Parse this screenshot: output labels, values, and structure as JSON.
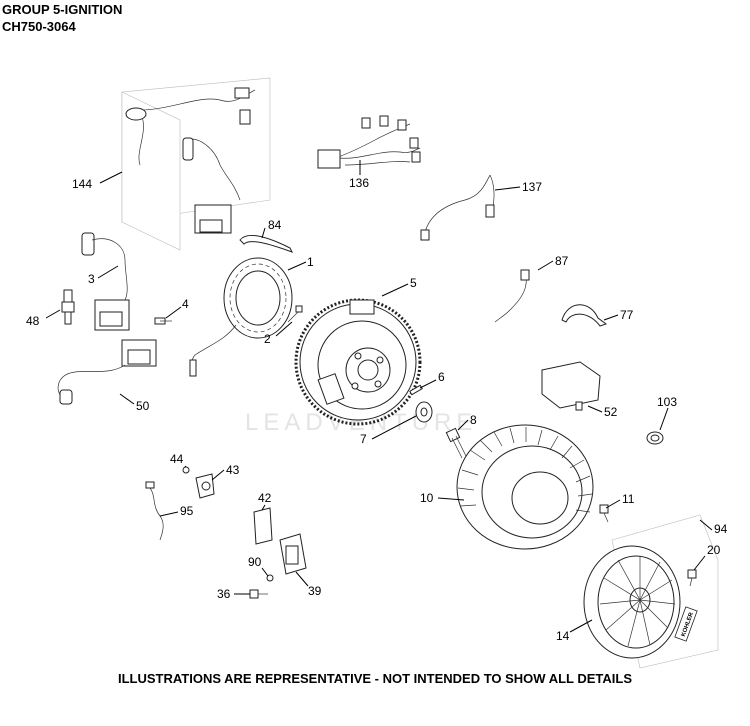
{
  "header": {
    "group": "GROUP 5-IGNITION",
    "model": "CH750-3064"
  },
  "footer": "ILLUSTRATIONS ARE REPRESENTATIVE - NOT INTENDED TO SHOW ALL DETAILS",
  "watermark": "LEADVENTURE",
  "brand_plate": "KOHLER",
  "callouts": {
    "c144": "144",
    "c136": "136",
    "c137": "137",
    "c84": "84",
    "c3": "3",
    "c1": "1",
    "c5": "5",
    "c87": "87",
    "c48": "48",
    "c4": "4",
    "c77": "77",
    "c2": "2",
    "c50": "50",
    "c6": "6",
    "c52": "52",
    "c103": "103",
    "c8": "8",
    "c7": "7",
    "c44": "44",
    "c43": "43",
    "c42": "42",
    "c95": "95",
    "c10": "10",
    "c11": "11",
    "c94": "94",
    "c20": "20",
    "c90": "90",
    "c36": "36",
    "c39": "39",
    "c14": "14"
  }
}
